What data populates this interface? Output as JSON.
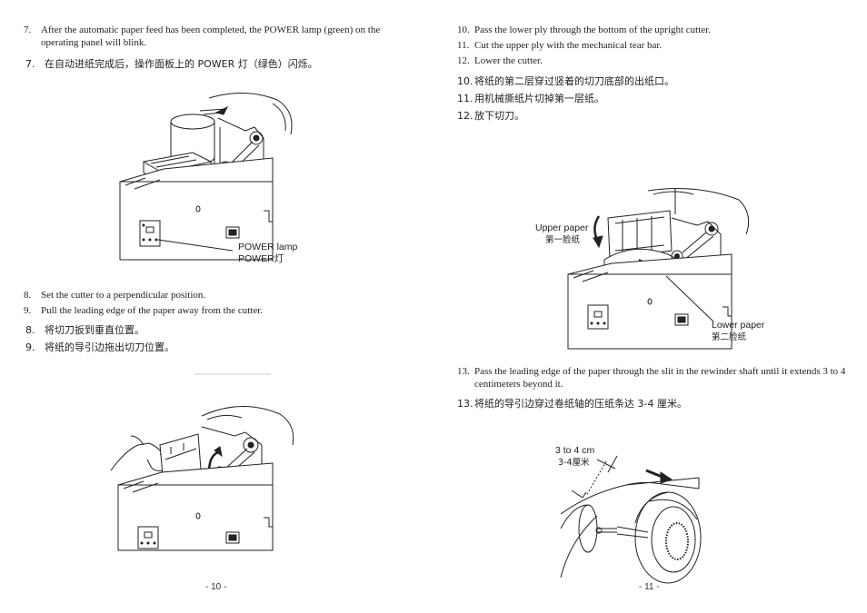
{
  "left_page": {
    "step7": {
      "num": "7.",
      "text": "After the automatic paper feed has been completed, the POWER lamp (green) on the operating panel will blink.",
      "zh_num": "7.",
      "zh_text": "在自动进纸完成后，操作面板上的 POWER 灯（绿色）闪烁。"
    },
    "figure1": {
      "label_en": "POWER lamp",
      "label_zh": "POWER灯"
    },
    "step8": {
      "num": "8.",
      "text": "Set the cutter to a perpendicular position.",
      "zh_num": "8.",
      "zh_text": "将切刀扳到垂直位置。"
    },
    "step9": {
      "num": "9.",
      "text": "Pull the leading edge of the paper away from the cutter.",
      "zh_num": "9.",
      "zh_text": "将纸的导引边拖出切刀位置。"
    },
    "page_number": "- 10 -"
  },
  "right_page": {
    "step10": {
      "num": "10.",
      "text": "Pass the lower ply through the bottom of the upright cutter.",
      "zh_num": "10.",
      "zh_text": "将纸的第二层穿过竖着的切刀底部的出纸口。"
    },
    "step11": {
      "num": "11.",
      "text": "Cut the upper ply with the mechanical tear bar.",
      "zh_num": "11.",
      "zh_text": "用机械撕纸片切掉第一层纸。"
    },
    "step12": {
      "num": "12.",
      "text": "Lower the cutter.",
      "zh_num": "12.",
      "zh_text": "放下切刀。"
    },
    "figure3": {
      "upper_en": "Upper paper",
      "upper_zh": "第一脸纸",
      "lower_en": "Lower paper",
      "lower_zh": "第二脸纸"
    },
    "step13": {
      "num": "13.",
      "text": "Pass the leading edge of the paper through the slit in the rewinder shaft until it extends 3 to 4 centimeters beyond it.",
      "zh_num": "13.",
      "zh_text": "将纸的导引边穿过卷纸轴的压纸条达 3-4 厘米。"
    },
    "figure4": {
      "label_en": "3 to 4 cm",
      "label_zh": "3-4厘米"
    },
    "page_number": "- 11 -"
  }
}
